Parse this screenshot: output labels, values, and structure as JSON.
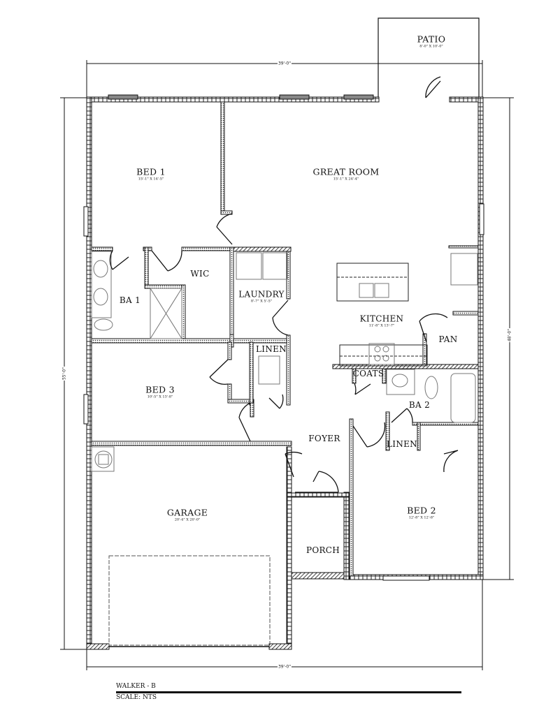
{
  "plan": {
    "name": "WALKER - B",
    "scale": "SCALE: NTS",
    "overall_width_top": "39'-0\"",
    "overall_width_bottom": "39'-0\"",
    "overall_depth_left": "55'-0\"",
    "overall_depth_right": "48'-0\""
  },
  "rooms": {
    "patio": {
      "name": "PATIO",
      "dims": "8'-0\" X 10'-0\""
    },
    "bed1": {
      "name": "BED 1",
      "dims": "15'-1\" X 14'-5\""
    },
    "great_room": {
      "name": "GREAT ROOM",
      "dims": "15'-1\" X 24'-4\""
    },
    "wic": {
      "name": "WIC"
    },
    "ba1": {
      "name": "BA 1"
    },
    "laundry": {
      "name": "LAUNDRY",
      "dims": "8'-7\" X 5'-5\""
    },
    "kitchen": {
      "name": "KITCHEN",
      "dims": "11'-8\" X 13'-7\""
    },
    "pan": {
      "name": "PAN"
    },
    "linen1": {
      "name": "LINEN"
    },
    "coats": {
      "name": "COATS"
    },
    "ba2": {
      "name": "BA 2"
    },
    "bed3": {
      "name": "BED 3",
      "dims": "10'-5\" X 13'-8\""
    },
    "foyer": {
      "name": "FOYER"
    },
    "linen2": {
      "name": "LINEN"
    },
    "garage": {
      "name": "GARAGE",
      "dims": "20'-4\" X 20'-0\""
    },
    "bed2": {
      "name": "BED 2",
      "dims": "12'-8\" X 12'-8\""
    },
    "porch": {
      "name": "PORCH"
    }
  },
  "colors": {
    "wall": "#111111",
    "fixture": "#888888",
    "background": "#ffffff"
  }
}
